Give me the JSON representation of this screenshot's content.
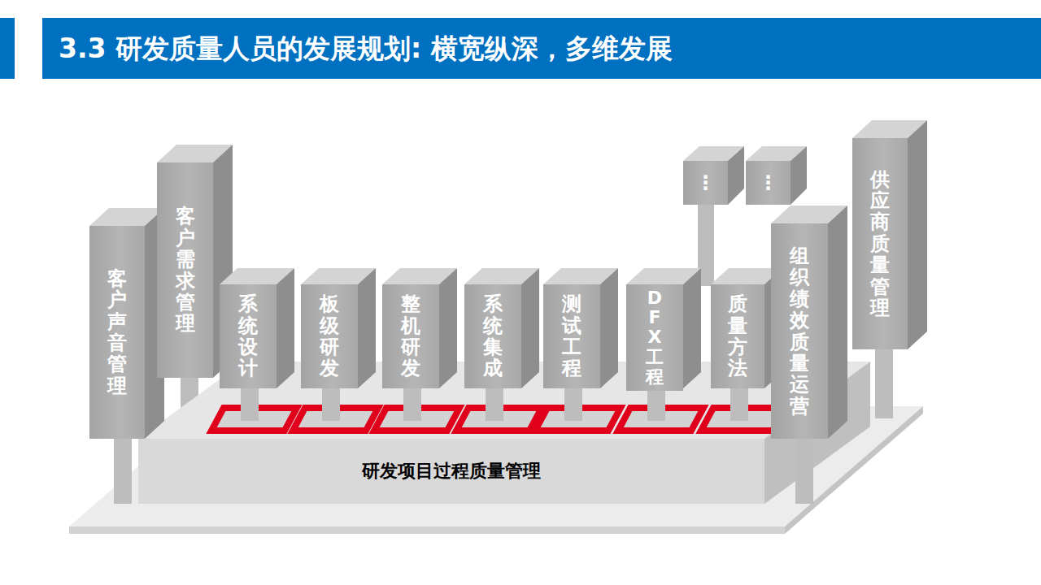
{
  "diagram": {
    "title": "3.3 研发质量人员的发展规划: 横宽纵深，多维发展",
    "nodes": [
      {
        "text": [
          "客户声音管理"
        ]
      },
      {
        "text": [
          "客户需求管理"
        ]
      },
      {
        "text": [
          "系统设计"
        ]
      },
      {
        "text": [
          "板级研发"
        ]
      },
      {
        "text": [
          "整机研发"
        ]
      },
      {
        "text": [
          "系统集成"
        ]
      },
      {
        "text": [
          "测试工程"
        ]
      },
      {
        "text": [
          "DFX工程"
        ]
      },
      {
        "text": [
          "质量方法"
        ]
      },
      {
        "text": [
          "⋮"
        ]
      },
      {
        "text": [
          "⋮"
        ]
      },
      {
        "text": [
          "组织绩效质量运营"
        ]
      },
      {
        "text": [
          "供应商质量管理"
        ]
      },
      {
        "text": [
          "研发项目过程质量管理"
        ]
      }
    ]
  }
}
